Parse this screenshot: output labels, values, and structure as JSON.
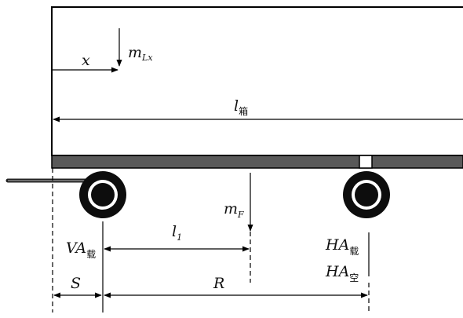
{
  "diagram": {
    "labels": {
      "x": "x",
      "mLx_main": "m",
      "mLx_sub": "Lx",
      "lbox_main": "l",
      "lbox_sub": "箱",
      "mF_main": "m",
      "mF_sub": "F",
      "l1_main": "l",
      "l1_sub": "1",
      "VA_main": "VA",
      "VA_sub": "载",
      "HA_loaded_main": "HA",
      "HA_loaded_sub": "载",
      "HA_empty_main": "HA",
      "HA_empty_sub": "空",
      "S": "S",
      "R": "R"
    },
    "colors": {
      "line": "#000000",
      "frame": "#595959",
      "tire": "#0d0d0d",
      "box_fill": "#ffffff"
    }
  }
}
